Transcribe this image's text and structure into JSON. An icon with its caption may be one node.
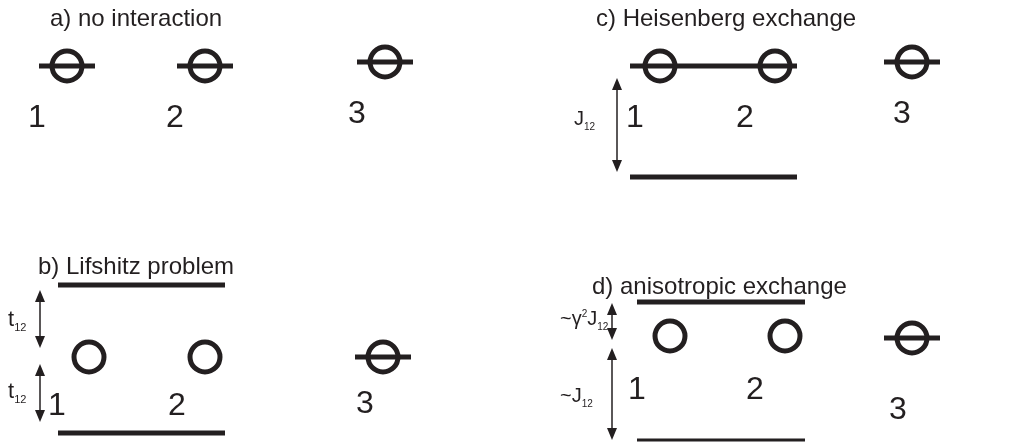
{
  "diagram": {
    "labels": [
      "a) no interaction",
      "1",
      "2",
      "3",
      "c) Heisenberg exchange",
      "J$_{12}$",
      "1",
      "2",
      "3",
      "b) Lifshitz problem",
      "t$_{12}$",
      "t$_{12}$",
      "1",
      "2",
      "3",
      "d) anisotropic exchange",
      "~γ$^{2}$J$_{12}$",
      "~J$_{12}$",
      "1",
      "2",
      "3"
    ]
  }
}
